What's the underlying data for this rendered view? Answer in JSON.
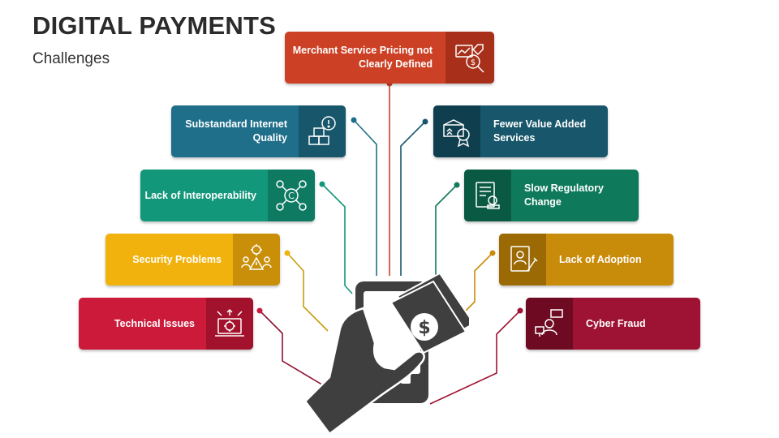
{
  "title": "DIGITAL PAYMENTS",
  "subtitle": "Challenges",
  "colors": {
    "orange_red": "#cc4125",
    "blue": "#1f6f8b",
    "green": "#12977a",
    "yellow": "#f2b20d",
    "crimson": "#cc1a3a",
    "navy": "#17566b",
    "dark_green": "#0f7a5b",
    "gold": "#c98c0a",
    "maroon": "#9e1233",
    "hand": "#3f3f3f"
  },
  "challenges": {
    "merchant": {
      "label": "Merchant Service Pricing not Clearly Defined",
      "icon": "pricing-search-icon"
    },
    "internet": {
      "label": "Substandard Internet Quality",
      "icon": "warning-boxes-icon"
    },
    "interop": {
      "label": "Lack of Interoperability",
      "icon": "gears-coin-icon"
    },
    "security": {
      "label": "Security Problems",
      "icon": "team-warning-icon"
    },
    "technical": {
      "label": "Technical Issues",
      "icon": "gear-laptop-icon"
    },
    "value_added": {
      "label": "Fewer Value Added Services",
      "icon": "box-badge-icon"
    },
    "regulatory": {
      "label": "Slow Regulatory Change",
      "icon": "document-stamp-icon"
    },
    "adoption": {
      "label": "Lack of Adoption",
      "icon": "user-document-icon"
    },
    "fraud": {
      "label": "Cyber Fraud",
      "icon": "hacker-computer-icon"
    }
  },
  "center_icon": "hand-phone-payment-icon"
}
